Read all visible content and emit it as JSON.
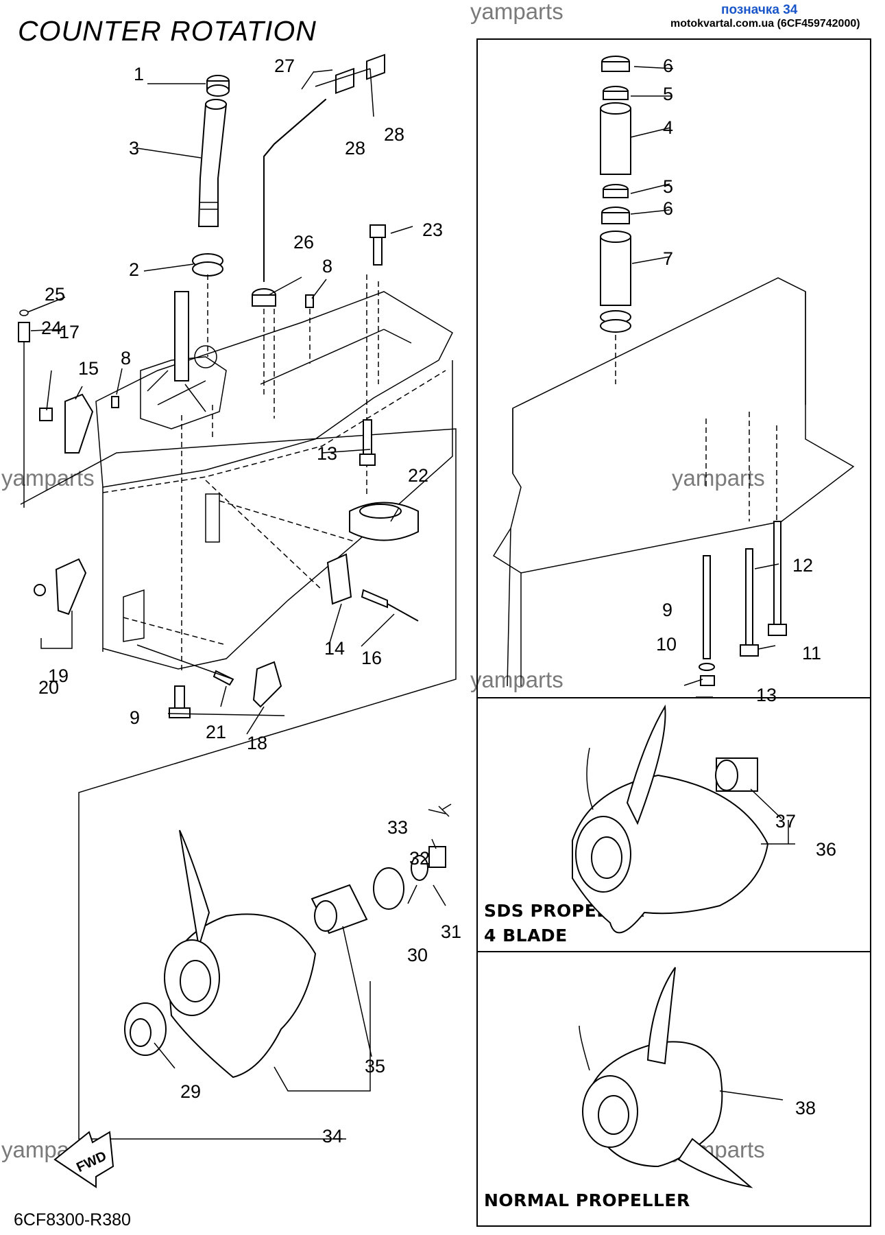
{
  "title": "COUNTER ROTATION",
  "header": {
    "tag_label": "позначка 34",
    "source": "motokvartal.com.ua (6CF459742000)"
  },
  "watermark": "yamparts",
  "diagram_code": "6CF8300-R380",
  "captions": {
    "sds": "SDS PROPELLER",
    "sds_sub": "4 BLADE",
    "normal": "NORMAL PROPELLER"
  },
  "fwd_label": "FWD",
  "callouts": [
    "1",
    "2",
    "3",
    "4",
    "5",
    "5",
    "6",
    "6",
    "7",
    "8",
    "8",
    "9",
    "9",
    "10",
    "11",
    "12",
    "13",
    "13",
    "14",
    "15",
    "16",
    "17",
    "18",
    "19",
    "20",
    "21",
    "22",
    "23",
    "24",
    "25",
    "26",
    "27",
    "28",
    "28",
    "29",
    "30",
    "31",
    "32",
    "33",
    "34",
    "35",
    "36",
    "37",
    "38"
  ]
}
